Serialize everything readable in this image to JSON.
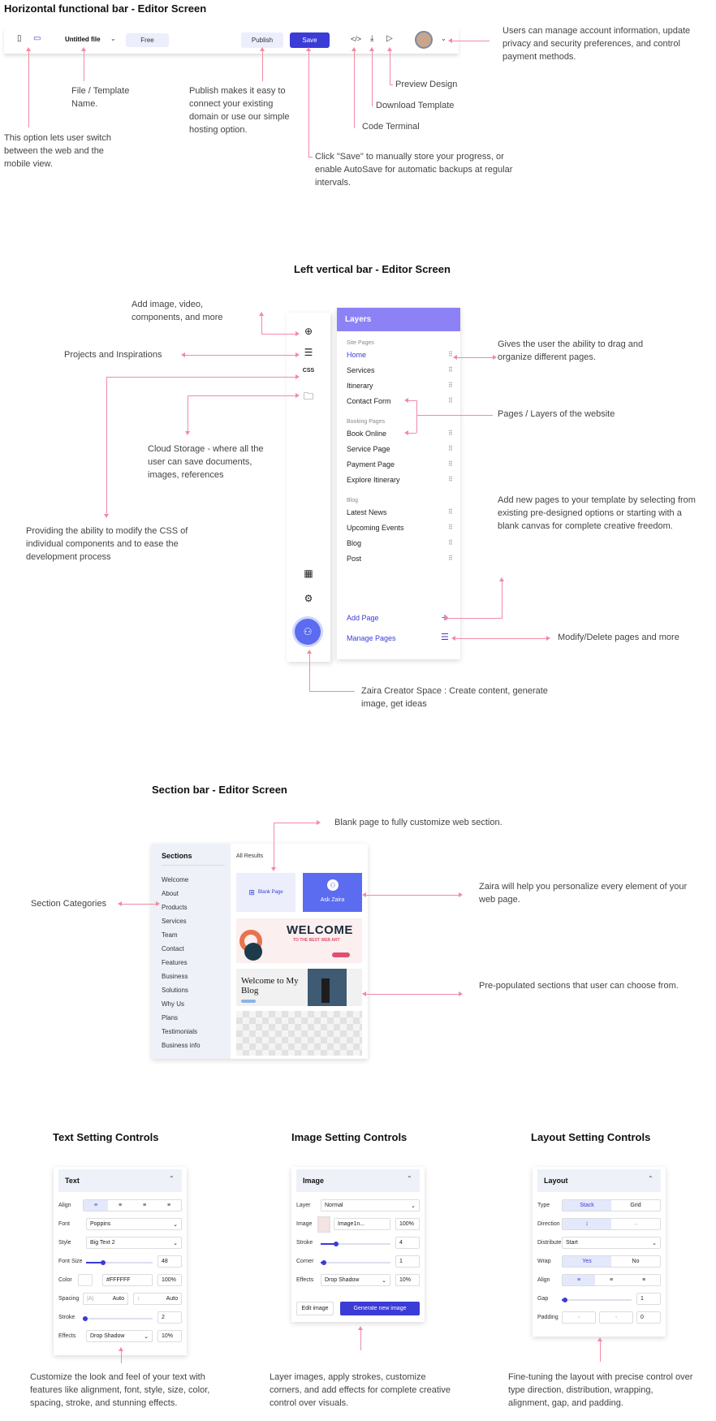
{
  "titles": {
    "horizontal": "Horizontal functional bar - Editor Screen",
    "left": "Left vertical bar - Editor Screen",
    "section": "Section bar - Editor Screen",
    "text_controls": "Text Setting Controls",
    "image_controls": "Image Setting Controls",
    "layout_controls": "Layout Setting Controls"
  },
  "topbar": {
    "file_name": "Untitled file",
    "plan": "Free",
    "publish": "Publish",
    "save": "Save"
  },
  "top_notes": {
    "account": "Users can manage account information, update privacy and security preferences, and control payment methods.",
    "file": "File / Template Name.",
    "publish": "Publish makes it easy to connect your existing domain or use our simple hosting option.",
    "preview": "Preview Design",
    "download": "Download Template",
    "terminal": "Code Terminal",
    "view": "This option lets user switch between the web and the mobile view.",
    "save": "Click \"Save\" to manually store your progress, or enable AutoSave for automatic backups at regular intervals."
  },
  "left_notes": {
    "add": "Add image, video, components, and more",
    "projects": "Projects and Inspirations",
    "cloud": "Cloud Storage - where all the user can save documents, images, references",
    "css": "Providing the ability to modify the CSS of individual components and to ease the development process",
    "drag": "Gives the user the ability to drag and organize different pages.",
    "pages": "Pages / Layers of the website",
    "addpages": "Add new pages to your template by selecting from existing pre-designed options or starting with a blank canvas for complete creative freedom.",
    "modify": "Modify/Delete pages and more",
    "zaira": "Zaira Creator Space : Create content, generate image, get ideas"
  },
  "layers": {
    "title": "Layers",
    "group1": "Site Pages",
    "site_pages": [
      "Home",
      "Services",
      "Itinerary",
      "Contact  Form"
    ],
    "group2": "Booking Pages",
    "booking_pages": [
      "Book Online",
      "Service Page",
      "Payment Page",
      "Explore Itinerary"
    ],
    "group3": "Blog",
    "blog_pages": [
      "Latest News",
      "Upcoming Events",
      "Blog",
      "Post"
    ],
    "add_page": "Add Page",
    "manage_pages": "Manage Pages"
  },
  "sections": {
    "title": "Sections",
    "results": "All Results",
    "categories": [
      "Welcome",
      "About",
      "Products",
      "Services",
      "Team",
      "Contact",
      "Features",
      "Business",
      "Solutions",
      "Why Us",
      "Plans",
      "Testimonials",
      "Business info"
    ],
    "blank": "Blank Page",
    "ask": "Ask Zaira",
    "welcome_title": "WELCOME",
    "welcome_sub": "TO THE BEST WEB ART",
    "blog_title": "Welcome to My Blog"
  },
  "section_notes": {
    "blank": "Blank page to fully customize web section.",
    "categories": "Section Categories",
    "zaira": "Zaira will help you personalize every element of your web page.",
    "prepop": "Pre-populated sections that user can choose from."
  },
  "text_panel": {
    "title": "Text",
    "labels": [
      "Align",
      "Font",
      "Style",
      "Font Size",
      "Color",
      "Spacing",
      "Stroke",
      "Effects"
    ],
    "font": "Poppins",
    "style": "Big Text 2",
    "font_size": "48",
    "color": "#FFFFFF",
    "color_opacity": "100%",
    "spacing_a": "Auto",
    "spacing_b": "Auto",
    "stroke": "2",
    "effects": "Drop Shadow",
    "effects_pct": "10%",
    "font_size_level": 0.25,
    "stroke_level": 0.04
  },
  "image_panel": {
    "title": "Image",
    "labels": [
      "Layer",
      "Image",
      "Stroke",
      "Corner",
      "Effects"
    ],
    "layer": "Normal",
    "image_name": "Image1n...",
    "image_pct": "100%",
    "stroke": "4",
    "corner": "1",
    "effects": "Drop Shadow",
    "effects_pct": "10%",
    "edit": "Edit image",
    "generate": "Generate new image",
    "stroke_level": 0.22,
    "corner_level": 0.05
  },
  "layout_panel": {
    "title": "Layout",
    "labels": [
      "Type",
      "Direction",
      "Distribute",
      "Wrap",
      "Align",
      "Gap",
      "Padding"
    ],
    "type_a": "Stack",
    "type_b": "Grid",
    "distribute": "Start",
    "wrap_a": "Yes",
    "wrap_b": "No",
    "gap": "1",
    "padding": "0",
    "gap_level": 0.05
  },
  "bottom_notes": {
    "text": "Customize the look and feel of your text with features like alignment, font, style, size, color, spacing, stroke, and stunning effects.",
    "image": "Layer images, apply strokes, customize corners, and add effects for complete creative control over  visuals.",
    "layout": "Fine-tuning the layout with precise control over type direction, distribution, wrapping, alignment, gap, and padding."
  },
  "colors": {
    "accent": "#3b3bd6",
    "layers_header": "#8c82f5",
    "annotation": "#f28aa4"
  }
}
